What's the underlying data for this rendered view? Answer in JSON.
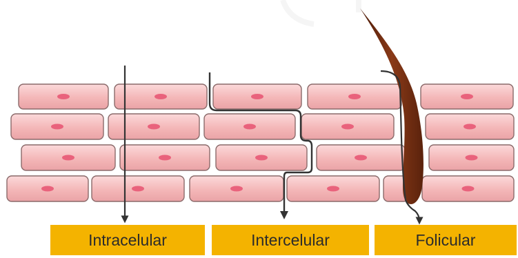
{
  "labels": {
    "intracellular": "Intracelular",
    "intercellular": "Intercelular",
    "follicular": "Folicular"
  },
  "colors": {
    "label_background": "#f4b300",
    "label_text": "#2b2b2b",
    "cell_fill": "#f4b7b8",
    "cell_highlight": "#fbd9da",
    "cell_stroke": "#8a6a6a",
    "nucleus": "#e9627c",
    "path_line": "#333333",
    "hair": "#6e2c12"
  },
  "icons": {
    "skin_cells": "skin-cell-icon",
    "hair": "hair-follicle-icon",
    "arrows": "arrow-down-icon"
  }
}
